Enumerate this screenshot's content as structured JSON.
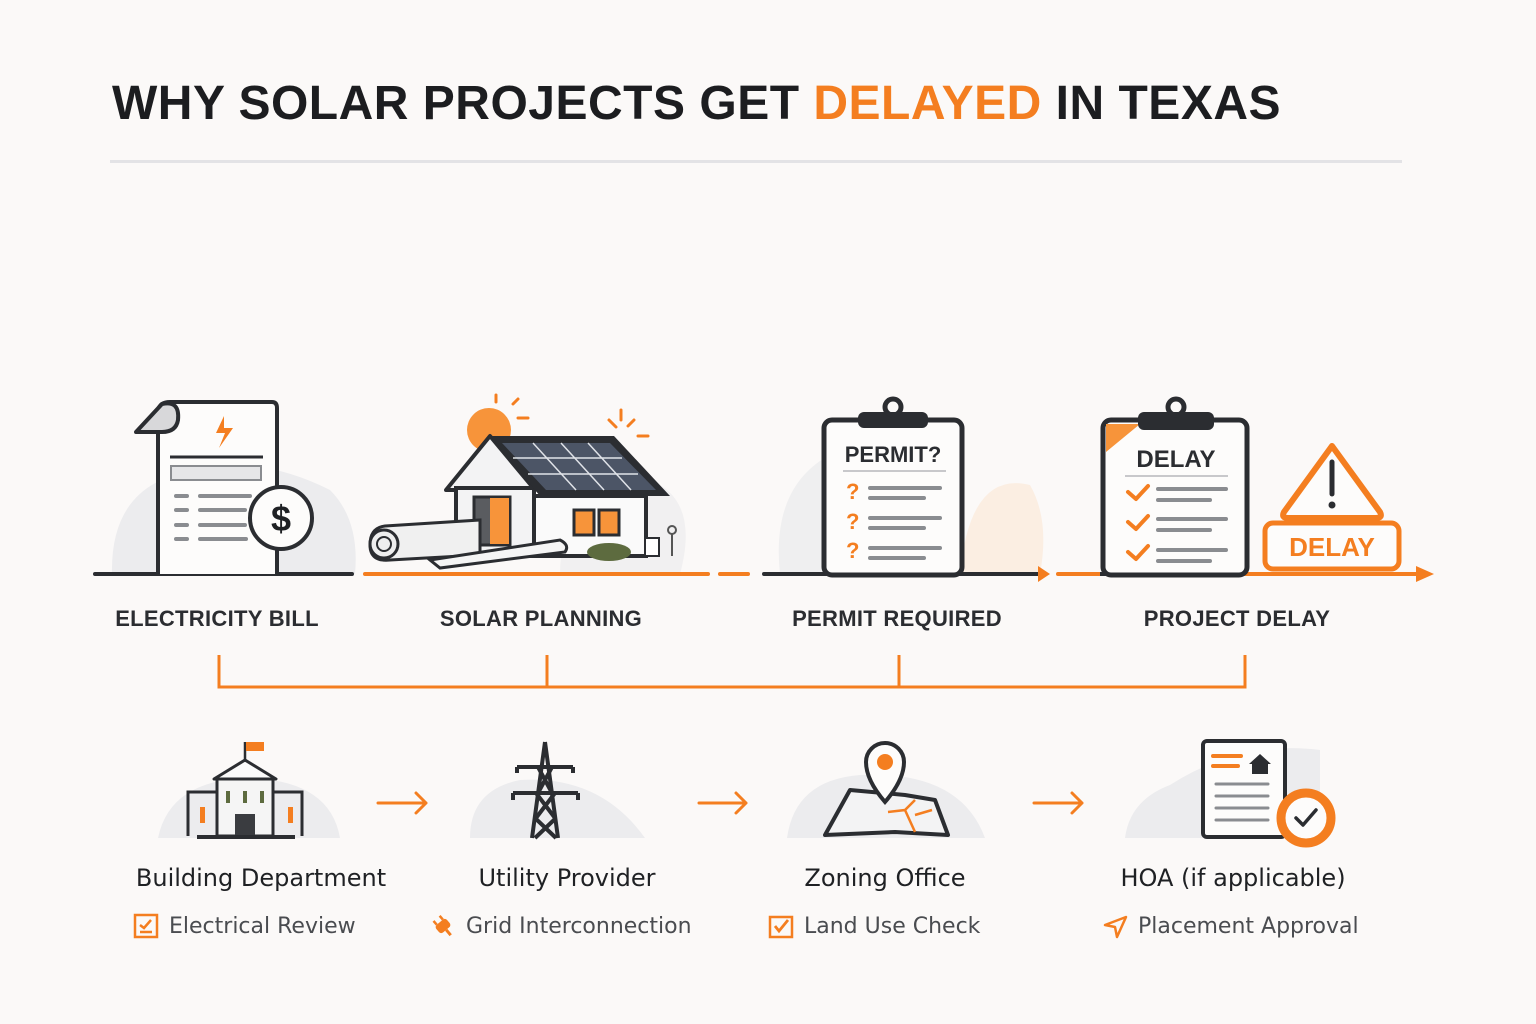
{
  "title": {
    "prefix": "WHY SOLAR PROJECTS GET ",
    "highlight": "DELAYED",
    "suffix": " IN TEXAS"
  },
  "colors": {
    "accent": "#f47e20",
    "dark": "#1f2124",
    "gray_line": "#8a8c90",
    "background": "#fbf9f8"
  },
  "stages": [
    {
      "label": "ELECTRICITY BILL",
      "icon": "bill-dollar-icon"
    },
    {
      "label": "SOLAR PLANNING",
      "icon": "solar-house-icon"
    },
    {
      "label": "PERMIT REQUIRED",
      "icon": "permit-clipboard-icon",
      "clipboard_text": "PERMIT?"
    },
    {
      "label": "PROJECT DELAY",
      "icon": "delay-clipboard-icon",
      "clipboard_text": "DELAY",
      "badge_text": "DELAY"
    }
  ],
  "agencies": [
    {
      "title": "Building Department",
      "task": "Electrical Review",
      "icon": "building-icon",
      "task_icon": "checklist-icon"
    },
    {
      "title": "Utility Provider",
      "task": "Grid Interconnection",
      "icon": "power-tower-icon",
      "task_icon": "plug-icon"
    },
    {
      "title": "Zoning Office",
      "task": "Land Use Check",
      "icon": "map-pin-icon",
      "task_icon": "checkbox-icon"
    },
    {
      "title": "HOA (if applicable)",
      "task": "Placement Approval",
      "icon": "hoa-document-icon",
      "task_icon": "send-arrow-icon"
    }
  ]
}
